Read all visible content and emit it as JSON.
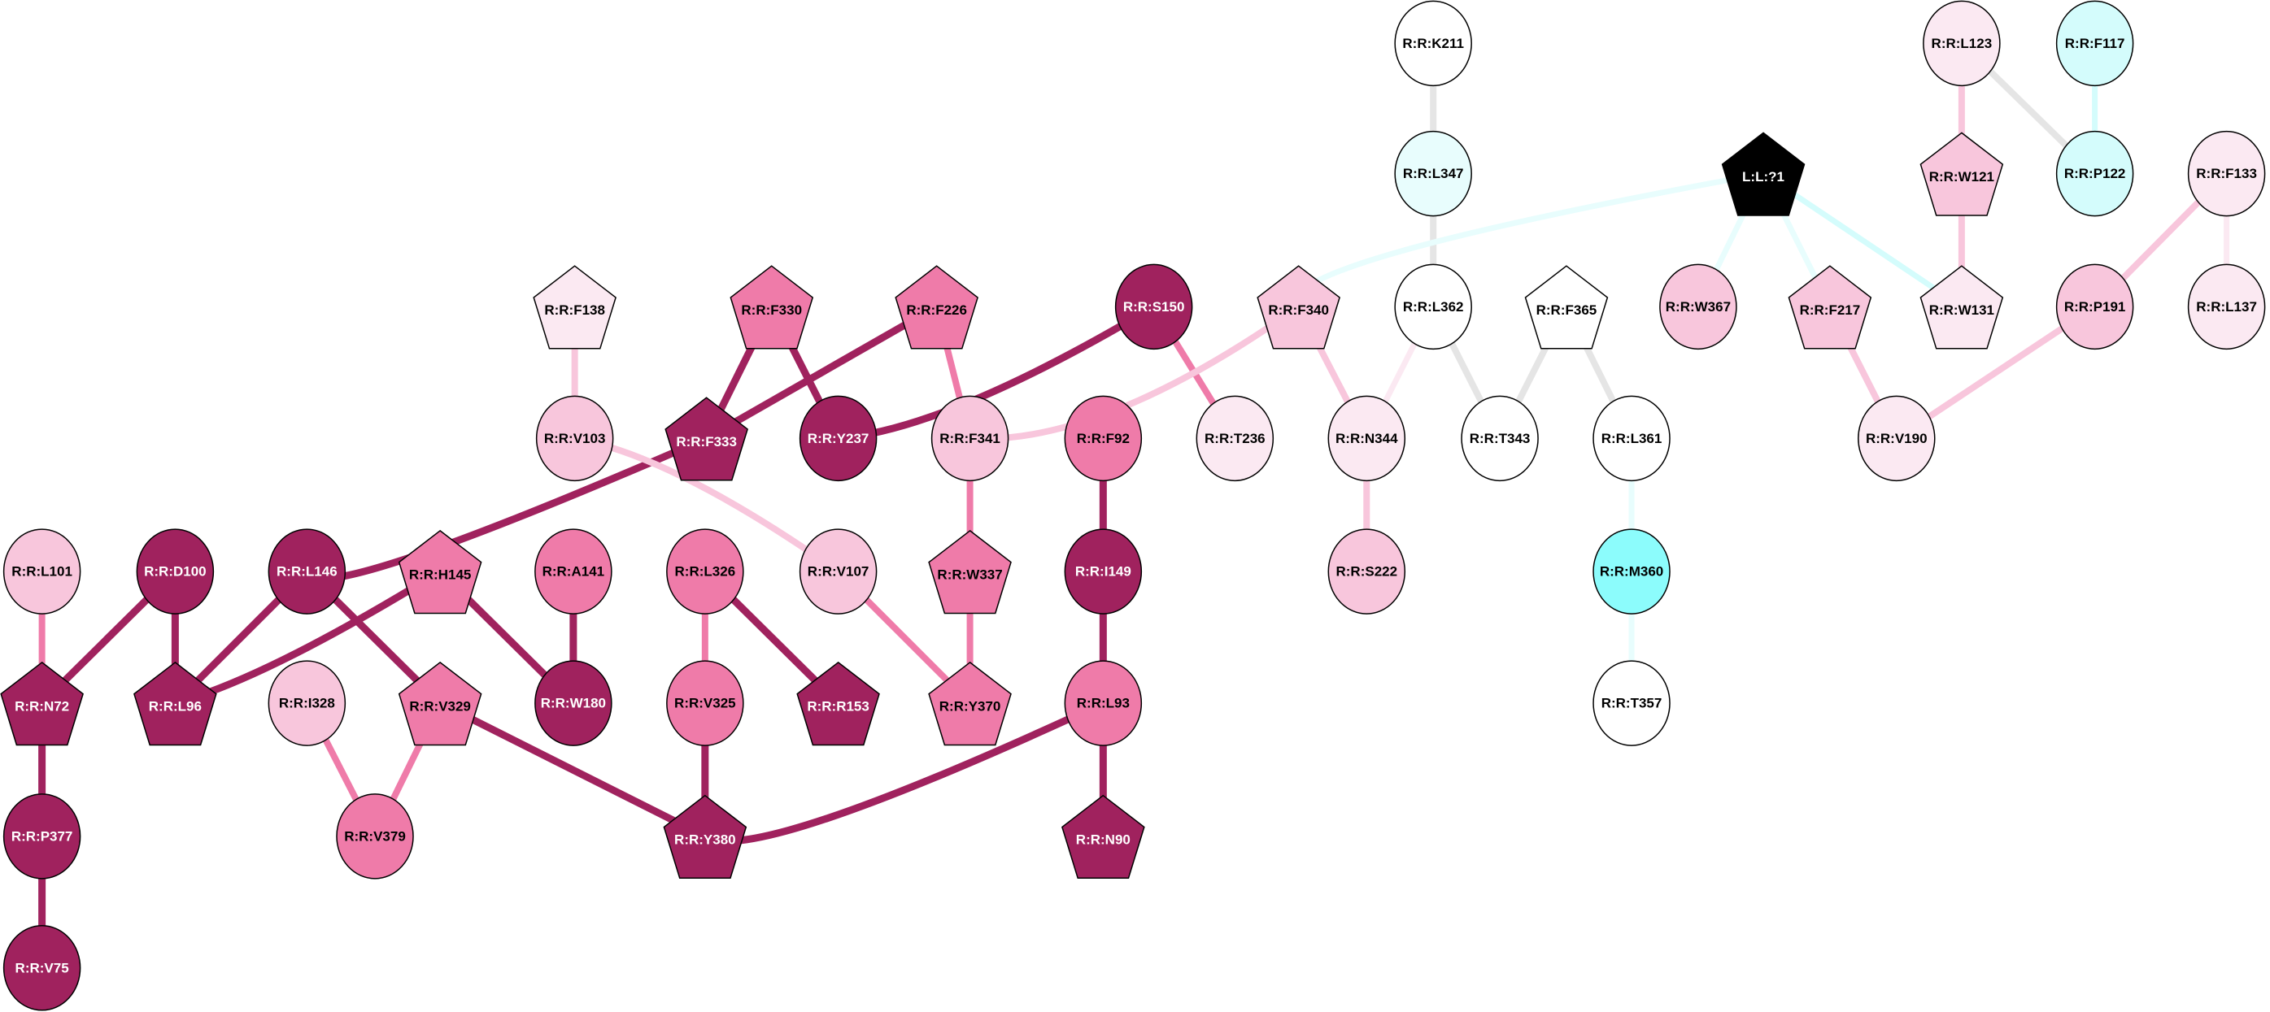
{
  "diagram": {
    "type": "residue-interaction-network",
    "palette": {
      "dark": "#a0225e",
      "medium": "#ef7ba9",
      "light": "#f8c6dc",
      "pale": "#fbe9f2",
      "white": "#ffffff",
      "cyan_pale": "#e8fdfd",
      "cyan_light": "#d4fcfc",
      "cyan": "#8cfcfc",
      "black": "#000000",
      "grey": "#e5e5e5"
    },
    "nodes": [
      {
        "id": "K211",
        "label": "R:R:K211",
        "shape": "circle",
        "fill": "white"
      },
      {
        "id": "L123",
        "label": "R:R:L123",
        "shape": "circle",
        "fill": "pale"
      },
      {
        "id": "F117",
        "label": "R:R:F117",
        "shape": "circle",
        "fill": "cyan_light"
      },
      {
        "id": "L347",
        "label": "R:R:L347",
        "shape": "circle",
        "fill": "cyan_pale"
      },
      {
        "id": "LIG",
        "label": "L:L:?1",
        "shape": "pentagon",
        "fill": "black"
      },
      {
        "id": "W121",
        "label": "R:R:W121",
        "shape": "pentagon",
        "fill": "light"
      },
      {
        "id": "P122",
        "label": "R:R:P122",
        "shape": "circle",
        "fill": "cyan_light"
      },
      {
        "id": "F133",
        "label": "R:R:F133",
        "shape": "circle",
        "fill": "pale"
      },
      {
        "id": "F138",
        "label": "R:R:F138",
        "shape": "pentagon",
        "fill": "pale"
      },
      {
        "id": "F330",
        "label": "R:R:F330",
        "shape": "pentagon",
        "fill": "medium"
      },
      {
        "id": "F226",
        "label": "R:R:F226",
        "shape": "pentagon",
        "fill": "medium"
      },
      {
        "id": "S150",
        "label": "R:R:S150",
        "shape": "circle",
        "fill": "dark"
      },
      {
        "id": "F340",
        "label": "R:R:F340",
        "shape": "pentagon",
        "fill": "light"
      },
      {
        "id": "L362",
        "label": "R:R:L362",
        "shape": "circle",
        "fill": "white"
      },
      {
        "id": "F365",
        "label": "R:R:F365",
        "shape": "pentagon",
        "fill": "white"
      },
      {
        "id": "W367",
        "label": "R:R:W367",
        "shape": "circle",
        "fill": "light"
      },
      {
        "id": "F217",
        "label": "R:R:F217",
        "shape": "pentagon",
        "fill": "light"
      },
      {
        "id": "W131",
        "label": "R:R:W131",
        "shape": "pentagon",
        "fill": "pale"
      },
      {
        "id": "P191",
        "label": "R:R:P191",
        "shape": "circle",
        "fill": "light"
      },
      {
        "id": "L137",
        "label": "R:R:L137",
        "shape": "circle",
        "fill": "pale"
      },
      {
        "id": "V103",
        "label": "R:R:V103",
        "shape": "circle",
        "fill": "light"
      },
      {
        "id": "F333",
        "label": "R:R:F333",
        "shape": "pentagon",
        "fill": "dark"
      },
      {
        "id": "Y237",
        "label": "R:R:Y237",
        "shape": "circle",
        "fill": "dark"
      },
      {
        "id": "F341",
        "label": "R:R:F341",
        "shape": "circle",
        "fill": "light"
      },
      {
        "id": "F92",
        "label": "R:R:F92",
        "shape": "circle",
        "fill": "medium"
      },
      {
        "id": "T236",
        "label": "R:R:T236",
        "shape": "circle",
        "fill": "pale"
      },
      {
        "id": "N344",
        "label": "R:R:N344",
        "shape": "circle",
        "fill": "pale"
      },
      {
        "id": "T343",
        "label": "R:R:T343",
        "shape": "circle",
        "fill": "white"
      },
      {
        "id": "L361",
        "label": "R:R:L361",
        "shape": "circle",
        "fill": "white"
      },
      {
        "id": "V190",
        "label": "R:R:V190",
        "shape": "circle",
        "fill": "pale"
      },
      {
        "id": "L101",
        "label": "R:R:L101",
        "shape": "circle",
        "fill": "light"
      },
      {
        "id": "D100",
        "label": "R:R:D100",
        "shape": "circle",
        "fill": "dark"
      },
      {
        "id": "L146",
        "label": "R:R:L146",
        "shape": "circle",
        "fill": "dark"
      },
      {
        "id": "H145",
        "label": "R:R:H145",
        "shape": "pentagon",
        "fill": "medium"
      },
      {
        "id": "A141",
        "label": "R:R:A141",
        "shape": "circle",
        "fill": "medium"
      },
      {
        "id": "L326",
        "label": "R:R:L326",
        "shape": "circle",
        "fill": "medium"
      },
      {
        "id": "V107",
        "label": "R:R:V107",
        "shape": "circle",
        "fill": "light"
      },
      {
        "id": "W337",
        "label": "R:R:W337",
        "shape": "pentagon",
        "fill": "medium"
      },
      {
        "id": "I149",
        "label": "R:R:I149",
        "shape": "circle",
        "fill": "dark"
      },
      {
        "id": "S222",
        "label": "R:R:S222",
        "shape": "circle",
        "fill": "light"
      },
      {
        "id": "M360",
        "label": "R:R:M360",
        "shape": "circle",
        "fill": "cyan"
      },
      {
        "id": "N72",
        "label": "R:R:N72",
        "shape": "pentagon",
        "fill": "dark"
      },
      {
        "id": "L96",
        "label": "R:R:L96",
        "shape": "pentagon",
        "fill": "dark"
      },
      {
        "id": "I328",
        "label": "R:R:I328",
        "shape": "circle",
        "fill": "light"
      },
      {
        "id": "V329",
        "label": "R:R:V329",
        "shape": "pentagon",
        "fill": "medium"
      },
      {
        "id": "W180",
        "label": "R:R:W180",
        "shape": "circle",
        "fill": "dark"
      },
      {
        "id": "V325",
        "label": "R:R:V325",
        "shape": "circle",
        "fill": "medium"
      },
      {
        "id": "R153",
        "label": "R:R:R153",
        "shape": "pentagon",
        "fill": "dark"
      },
      {
        "id": "Y370",
        "label": "R:R:Y370",
        "shape": "pentagon",
        "fill": "medium"
      },
      {
        "id": "L93",
        "label": "R:R:L93",
        "shape": "circle",
        "fill": "medium"
      },
      {
        "id": "T357",
        "label": "R:R:T357",
        "shape": "circle",
        "fill": "white"
      },
      {
        "id": "P377",
        "label": "R:R:P377",
        "shape": "circle",
        "fill": "dark"
      },
      {
        "id": "V379",
        "label": "R:R:V379",
        "shape": "circle",
        "fill": "medium"
      },
      {
        "id": "Y380",
        "label": "R:R:Y380",
        "shape": "pentagon",
        "fill": "dark"
      },
      {
        "id": "N90",
        "label": "R:R:N90",
        "shape": "pentagon",
        "fill": "dark"
      },
      {
        "id": "V75",
        "label": "R:R:V75",
        "shape": "circle",
        "fill": "dark"
      }
    ],
    "edges": [
      {
        "from": "K211",
        "to": "L347",
        "color": "grey"
      },
      {
        "from": "L347",
        "to": "L362",
        "color": "grey"
      },
      {
        "from": "L123",
        "to": "W121",
        "color": "light"
      },
      {
        "from": "L123",
        "to": "P122",
        "color": "grey"
      },
      {
        "from": "F117",
        "to": "P122",
        "color": "cyan_light"
      },
      {
        "from": "W121",
        "to": "W131",
        "color": "light"
      },
      {
        "from": "F133",
        "to": "P191",
        "color": "light"
      },
      {
        "from": "F133",
        "to": "L137",
        "color": "pale"
      },
      {
        "from": "LIG",
        "to": "F340",
        "color": "cyan_pale",
        "curved": true
      },
      {
        "from": "LIG",
        "to": "W367",
        "color": "cyan_pale"
      },
      {
        "from": "LIG",
        "to": "F217",
        "color": "cyan_pale"
      },
      {
        "from": "LIG",
        "to": "W131",
        "color": "cyan_light"
      },
      {
        "from": "F217",
        "to": "V190",
        "color": "light"
      },
      {
        "from": "P191",
        "to": "V190",
        "color": "light"
      },
      {
        "from": "F138",
        "to": "V103",
        "color": "light"
      },
      {
        "from": "F330",
        "to": "F333",
        "color": "dark"
      },
      {
        "from": "F330",
        "to": "Y237",
        "color": "dark"
      },
      {
        "from": "F226",
        "to": "F333",
        "color": "dark"
      },
      {
        "from": "F226",
        "to": "F341",
        "color": "medium"
      },
      {
        "from": "S150",
        "to": "Y237",
        "color": "dark",
        "curved": true
      },
      {
        "from": "S150",
        "to": "T236",
        "color": "medium"
      },
      {
        "from": "F340",
        "to": "F341",
        "color": "light",
        "curved": true
      },
      {
        "from": "F340",
        "to": "N344",
        "color": "light"
      },
      {
        "from": "L362",
        "to": "N344",
        "color": "pale"
      },
      {
        "from": "L362",
        "to": "T343",
        "color": "grey"
      },
      {
        "from": "F365",
        "to": "T343",
        "color": "grey"
      },
      {
        "from": "F365",
        "to": "L361",
        "color": "grey"
      },
      {
        "from": "N344",
        "to": "S222",
        "color": "light"
      },
      {
        "from": "L361",
        "to": "M360",
        "color": "cyan_pale"
      },
      {
        "from": "M360",
        "to": "T357",
        "color": "cyan_pale"
      },
      {
        "from": "F333",
        "to": "L146",
        "color": "dark",
        "curved": true
      },
      {
        "from": "V103",
        "to": "V107",
        "color": "light",
        "curved": true
      },
      {
        "from": "F341",
        "to": "W337",
        "color": "medium"
      },
      {
        "from": "F92",
        "to": "I149",
        "color": "dark"
      },
      {
        "from": "L101",
        "to": "N72",
        "color": "medium"
      },
      {
        "from": "D100",
        "to": "N72",
        "color": "dark"
      },
      {
        "from": "D100",
        "to": "L96",
        "color": "dark"
      },
      {
        "from": "L146",
        "to": "L96",
        "color": "dark"
      },
      {
        "from": "L146",
        "to": "V329",
        "color": "dark"
      },
      {
        "from": "H145",
        "to": "L96",
        "color": "dark",
        "curved": true
      },
      {
        "from": "H145",
        "to": "W180",
        "color": "dark"
      },
      {
        "from": "A141",
        "to": "W180",
        "color": "dark"
      },
      {
        "from": "L326",
        "to": "V325",
        "color": "medium"
      },
      {
        "from": "L326",
        "to": "R153",
        "color": "dark"
      },
      {
        "from": "V107",
        "to": "Y370",
        "color": "medium"
      },
      {
        "from": "W337",
        "to": "Y370",
        "color": "medium"
      },
      {
        "from": "I149",
        "to": "L93",
        "color": "dark"
      },
      {
        "from": "N72",
        "to": "P377",
        "color": "dark"
      },
      {
        "from": "I328",
        "to": "V379",
        "color": "medium"
      },
      {
        "from": "V329",
        "to": "V379",
        "color": "medium"
      },
      {
        "from": "V329",
        "to": "Y380",
        "color": "dark"
      },
      {
        "from": "V325",
        "to": "Y380",
        "color": "dark"
      },
      {
        "from": "L93",
        "to": "Y380",
        "color": "dark",
        "curved": true
      },
      {
        "from": "L93",
        "to": "N90",
        "color": "dark"
      },
      {
        "from": "P377",
        "to": "V75",
        "color": "dark"
      }
    ]
  }
}
